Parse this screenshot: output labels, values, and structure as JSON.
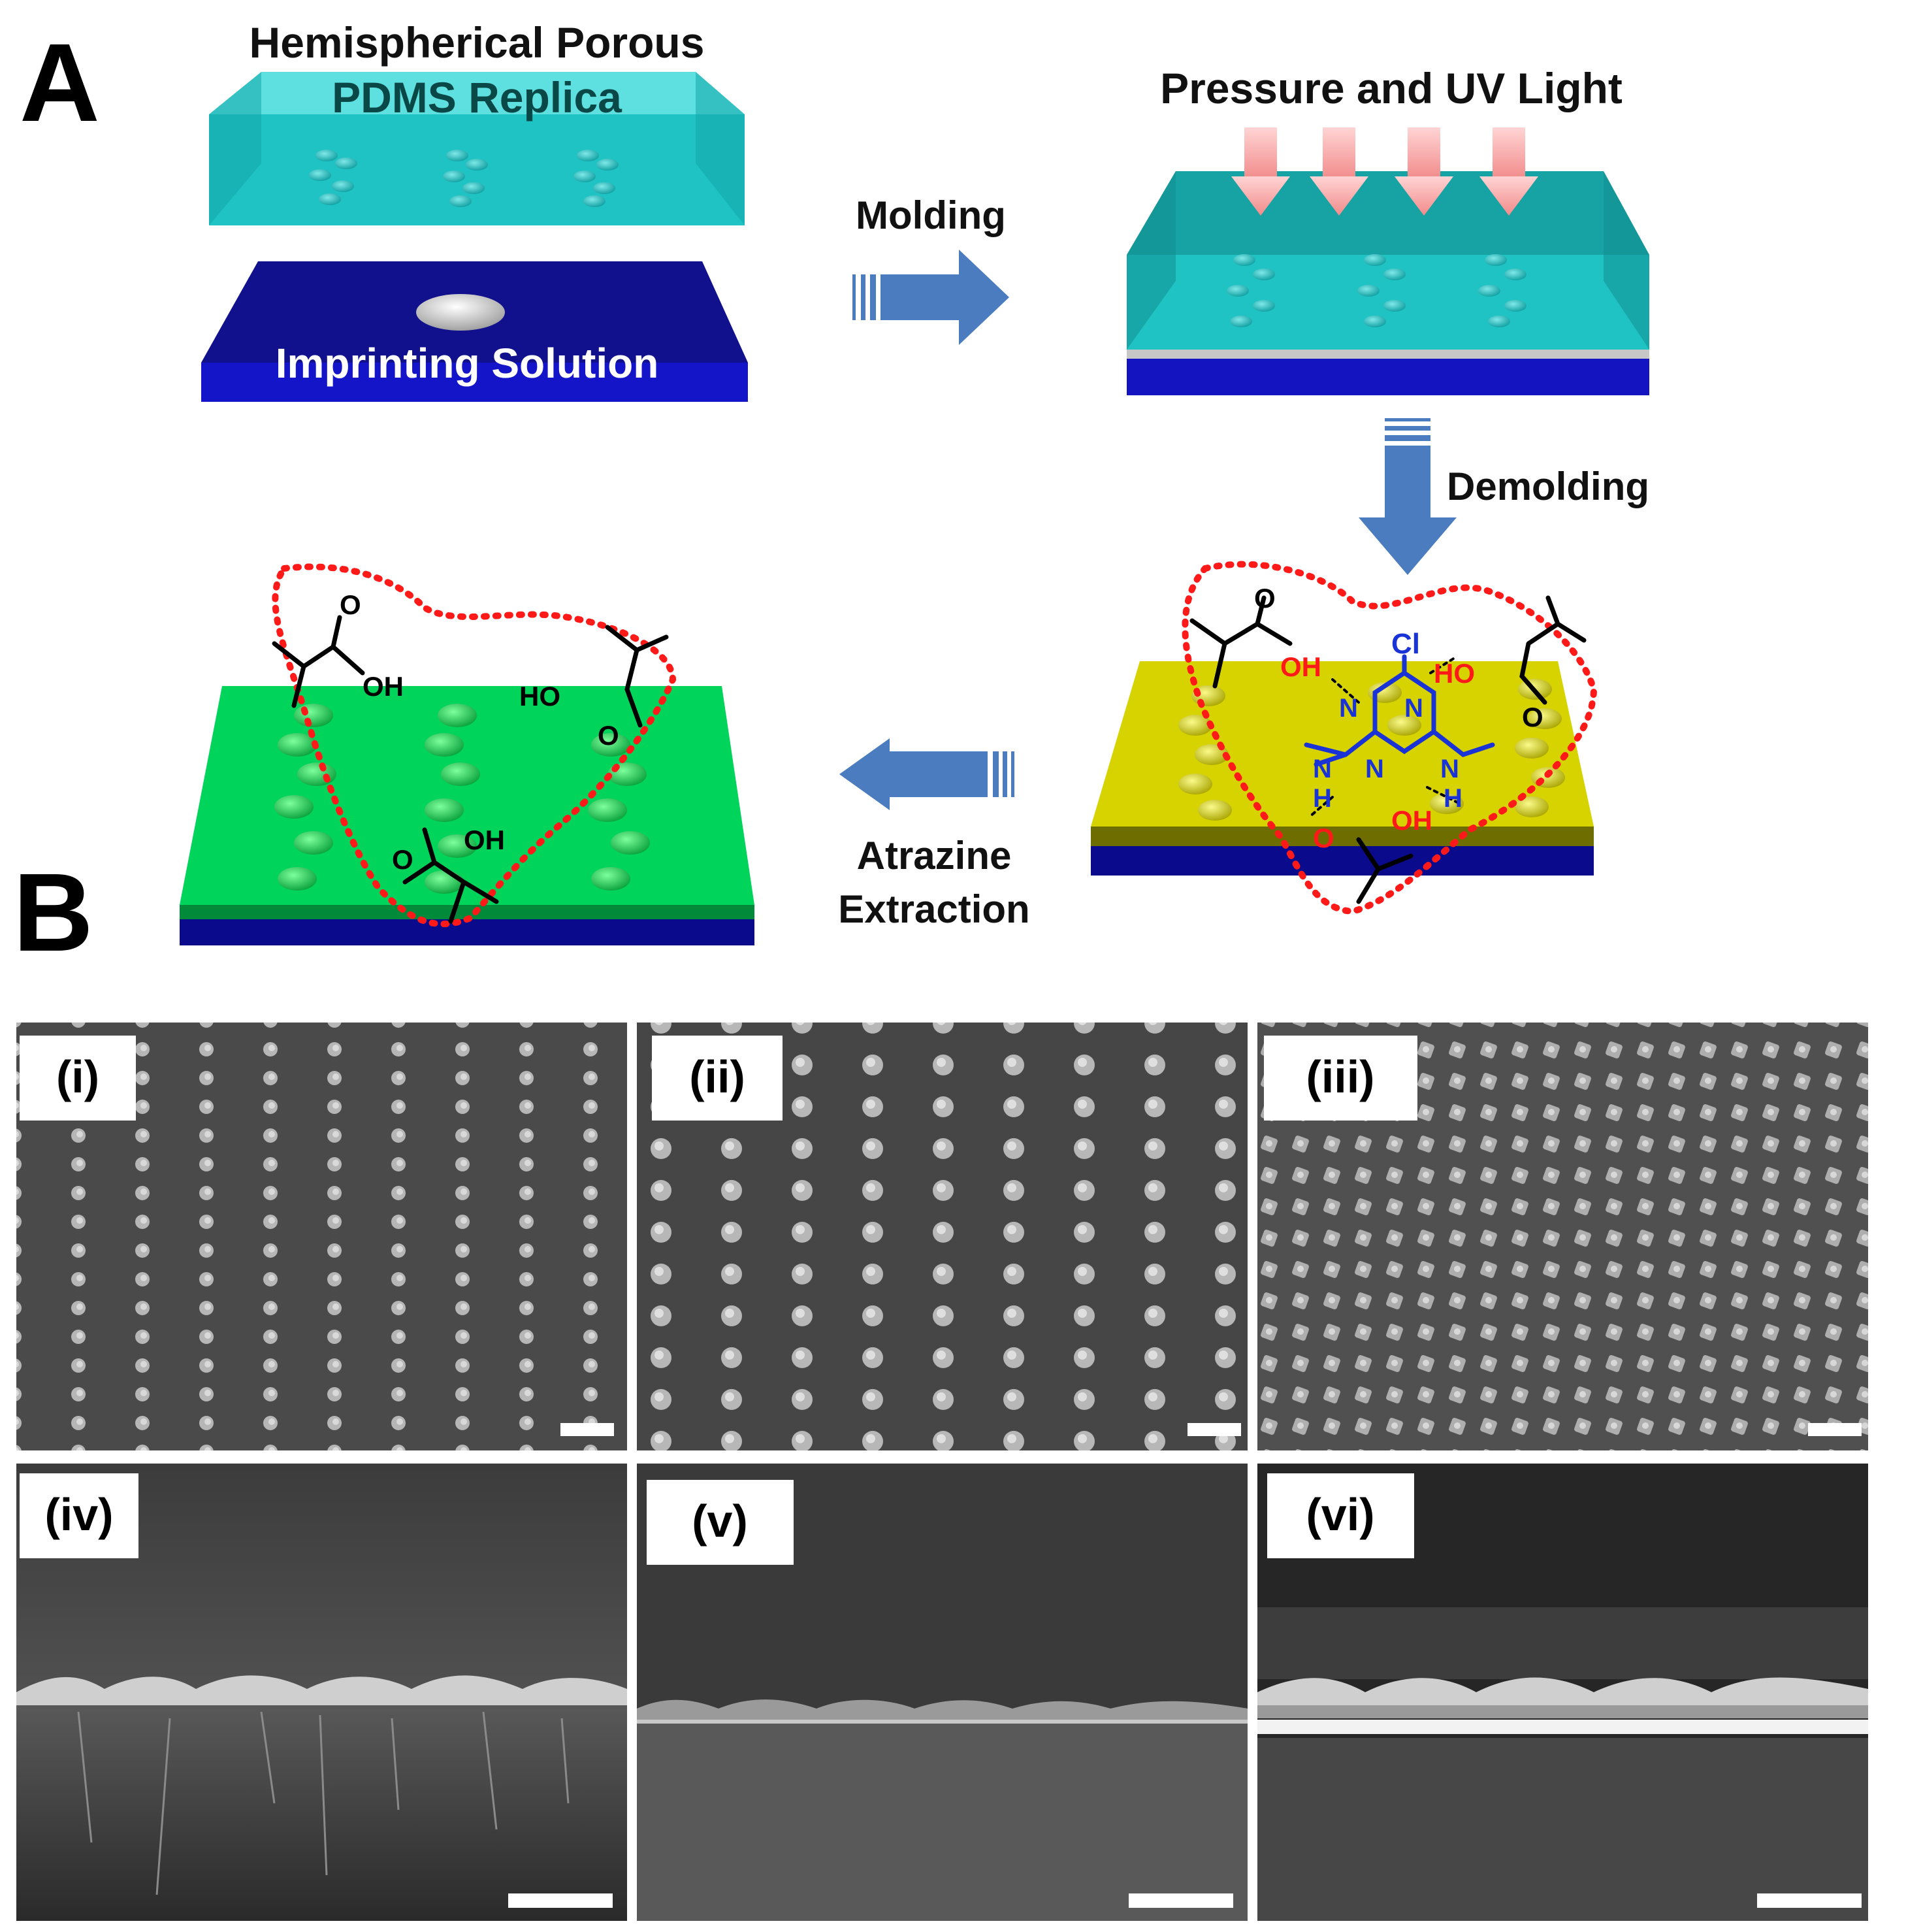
{
  "panel_a": {
    "letter": "A",
    "top_left": {
      "title": "Hemispherical Porous",
      "replica_label": "PDMS Replica",
      "solution_label": "Imprinting Solution"
    },
    "top_right": {
      "title": "Pressure and UV Light"
    },
    "steps": {
      "molding": "Molding",
      "demolding": "Demolding",
      "extraction_line1": "Atrazine",
      "extraction_line2": "Extraction"
    },
    "chem": {
      "cl": "Cl",
      "n": "N",
      "h": "H",
      "o": "O",
      "oh": "OH",
      "ho": "HO"
    },
    "colors": {
      "pdms": "#1fc3c3",
      "solution": "#0a0a8c",
      "uv_arrow": "#f7b1b1",
      "flow_arrow": "#4a7cbf",
      "template_film": "#d6d300",
      "mip_film": "#00d45a",
      "dotted_outline": "#ff1a1a",
      "atrazine": "#1a33d6"
    }
  },
  "panel_b": {
    "letter": "B",
    "sem": [
      {
        "label": "(i)"
      },
      {
        "label": "(ii)"
      },
      {
        "label": "(iii)"
      },
      {
        "label": "(iv)"
      },
      {
        "label": "(v)"
      },
      {
        "label": "(vi)"
      }
    ]
  }
}
